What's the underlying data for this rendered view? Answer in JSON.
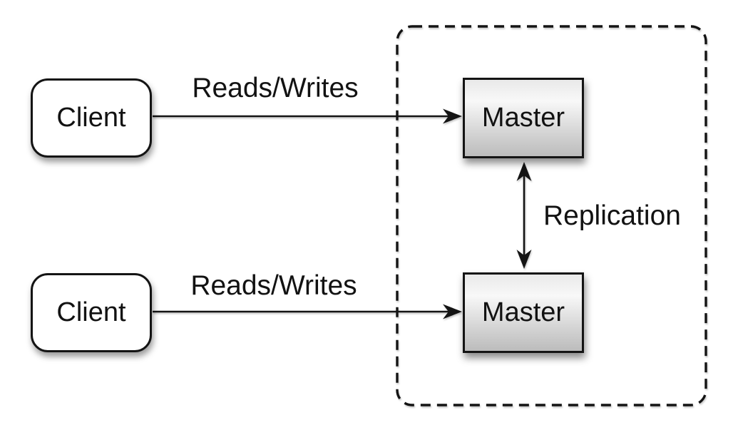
{
  "diagram": {
    "type": "architecture-diagram",
    "topic": "master-master-replication",
    "clients": [
      {
        "id": "client-1",
        "label": "Client"
      },
      {
        "id": "client-2",
        "label": "Client"
      }
    ],
    "masters": [
      {
        "id": "master-1",
        "label": "Master"
      },
      {
        "id": "master-2",
        "label": "Master"
      }
    ],
    "edges": [
      {
        "label": "Reads/Writes",
        "from": "client-1",
        "to": "master-1",
        "type": "arrow"
      },
      {
        "label": "Reads/Writes",
        "from": "client-2",
        "to": "master-2",
        "type": "arrow"
      },
      {
        "label": "Replication",
        "from": "master-1",
        "to": "master-2",
        "type": "double-arrow"
      }
    ],
    "zone": {
      "id": "replication-zone",
      "style": "dashed-rounded-rect"
    },
    "colors": {
      "line": "#141414",
      "box_border": "#141414",
      "client_fill": "#ffffff",
      "master_top": "#f8f8f8",
      "master_bottom": "#bcbcbc",
      "background": "#ffffff",
      "text": "#121212"
    }
  }
}
